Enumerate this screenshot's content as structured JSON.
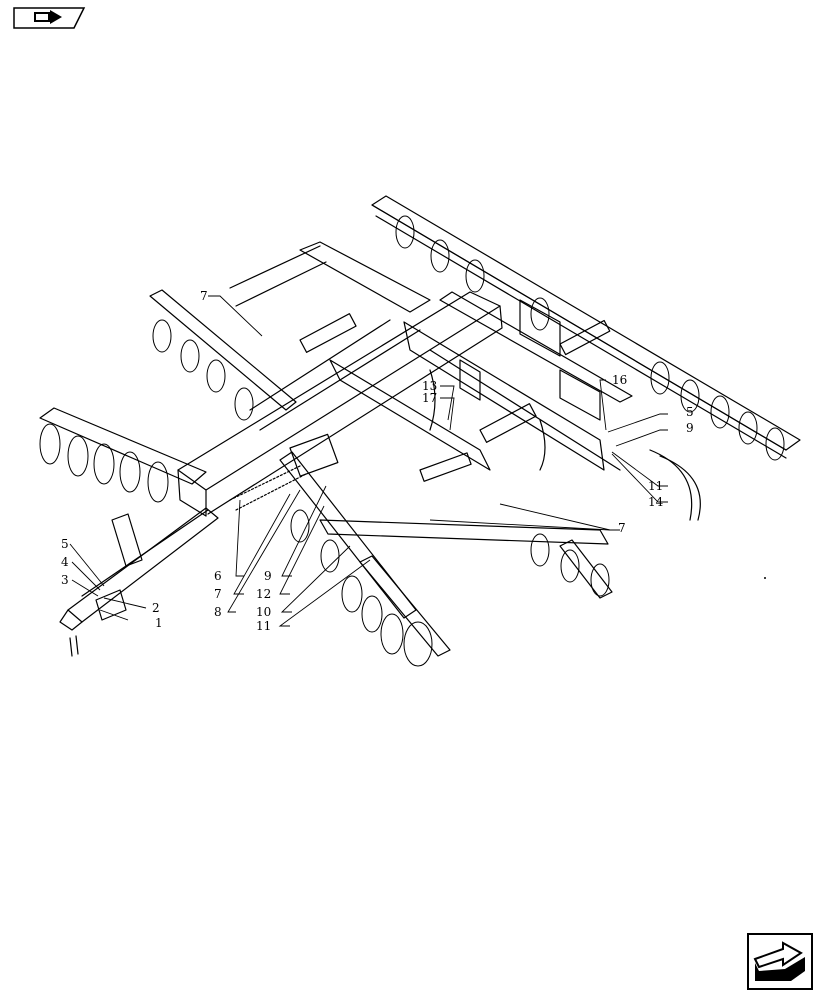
{
  "diagram": {
    "callouts": [
      {
        "id": "c1",
        "text": "1"
      },
      {
        "id": "c2",
        "text": "2"
      },
      {
        "id": "c3",
        "text": "3"
      },
      {
        "id": "c4",
        "text": "4"
      },
      {
        "id": "c5a",
        "text": "5"
      },
      {
        "id": "c5b",
        "text": "5"
      },
      {
        "id": "c6",
        "text": "6"
      },
      {
        "id": "c7a",
        "text": "7"
      },
      {
        "id": "c7b",
        "text": "7"
      },
      {
        "id": "c7c",
        "text": "7"
      },
      {
        "id": "c8",
        "text": "8"
      },
      {
        "id": "c9a",
        "text": "9"
      },
      {
        "id": "c9b",
        "text": "9"
      },
      {
        "id": "c10",
        "text": "10"
      },
      {
        "id": "c11a",
        "text": "11"
      },
      {
        "id": "c11b",
        "text": "11"
      },
      {
        "id": "c12",
        "text": "12"
      },
      {
        "id": "c13",
        "text": "13"
      },
      {
        "id": "c14",
        "text": "14"
      },
      {
        "id": "c16",
        "text": "16"
      },
      {
        "id": "c17",
        "text": "17"
      }
    ]
  },
  "icons": {
    "top_left": "previous-page-arrow-icon",
    "bottom_right": "next-page-arrow-icon"
  }
}
